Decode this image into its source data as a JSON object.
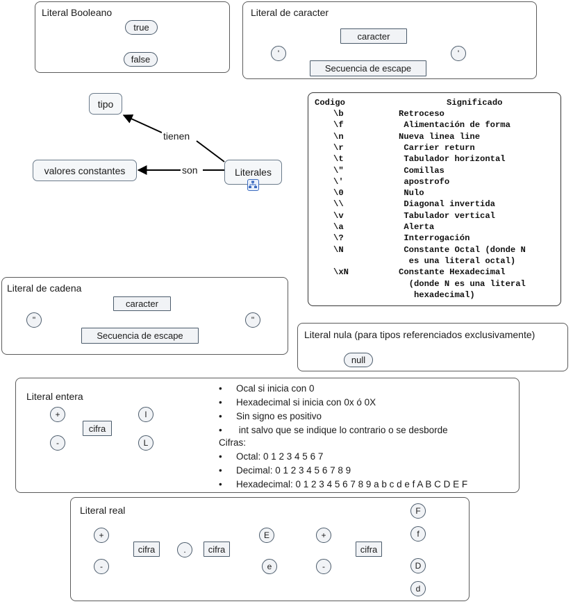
{
  "boolean_panel": {
    "title": "Literal Booleano",
    "tokens": [
      "true",
      "false"
    ]
  },
  "char_panel": {
    "title": "Literal de caracter",
    "open_quote": "'",
    "close_quote": "'",
    "tokens": [
      "caracter",
      "Secuencia de escape"
    ]
  },
  "concept_map": {
    "nodes": {
      "tipo": "tipo",
      "valores": "valores constantes",
      "literales": "Literales"
    },
    "links": {
      "tienen": "tienen",
      "son": "son"
    },
    "icon": "concept-map-icon"
  },
  "escape_table": {
    "header": {
      "code": "Codigo",
      "meaning": "Significado"
    },
    "rows": [
      {
        "code": "\\b",
        "meaning": "Retroceso"
      },
      {
        "code": "\\f",
        "meaning": " Alimentación de forma"
      },
      {
        "code": "\\n",
        "meaning": "Nueva linea line"
      },
      {
        "code": "\\r",
        "meaning": " Carrier return"
      },
      {
        "code": "\\t",
        "meaning": " Tabulador horizontal"
      },
      {
        "code": "\\\"",
        "meaning": " Comillas"
      },
      {
        "code": "\\'",
        "meaning": " apostrofo"
      },
      {
        "code": "\\0",
        "meaning": " Nulo"
      },
      {
        "code": "\\\\",
        "meaning": " Diagonal invertida"
      },
      {
        "code": "\\v",
        "meaning": " Tabulador vertical"
      },
      {
        "code": "\\a",
        "meaning": " Alerta"
      },
      {
        "code": "\\?",
        "meaning": " Interrogación"
      },
      {
        "code": "\\N",
        "meaning": " Constante Octal (donde N"
      },
      {
        "code": "",
        "meaning": "  es una literal octal)"
      },
      {
        "code": "\\xN",
        "meaning": "Constante Hexadecimal"
      },
      {
        "code": "",
        "meaning": "  (donde N es una literal"
      },
      {
        "code": "",
        "meaning": "   hexadecimal)"
      }
    ]
  },
  "string_panel": {
    "title": "Literal de cadena",
    "open_quote": "\"",
    "close_quote": "\"",
    "tokens": [
      "caracter",
      "Secuencia de escape"
    ]
  },
  "null_panel": {
    "title": "Literal nula (para tipos referenciados exclusivamente)",
    "token": "null"
  },
  "integer_panel": {
    "title": "Literal entera",
    "tokens": {
      "plus": "+",
      "minus": "-",
      "cifra": "cifra",
      "l_lower": "l",
      "l_upper": "L"
    },
    "bullets": [
      "Ocal si inicia con 0",
      "Hexadecimal si inicia con 0x ó 0X",
      "Sin signo es positivo",
      " int salvo que se indique lo contrario o se desborde"
    ],
    "cifras_header": "Cifras:",
    "cifras": [
      "Octal: 0 1 2 3 4 5 6 7",
      "Decimal: 0 1 2 3 4 5 6 7 8 9",
      "Hexadecimal: 0 1 2 3 4 5 6 7 8 9 a b c d e f A B C D E F"
    ],
    "bullet_glyph": "•"
  },
  "real_panel": {
    "title": "Literal real",
    "tokens": {
      "plus1": "+",
      "minus1": "-",
      "cifra1": "cifra",
      "dot": ".",
      "cifra2": "cifra",
      "E": "E",
      "e": "e",
      "plus2": "+",
      "minus2": "-",
      "cifra3": "cifra",
      "F": "F",
      "f": "f",
      "D": "D",
      "d": "d"
    }
  }
}
